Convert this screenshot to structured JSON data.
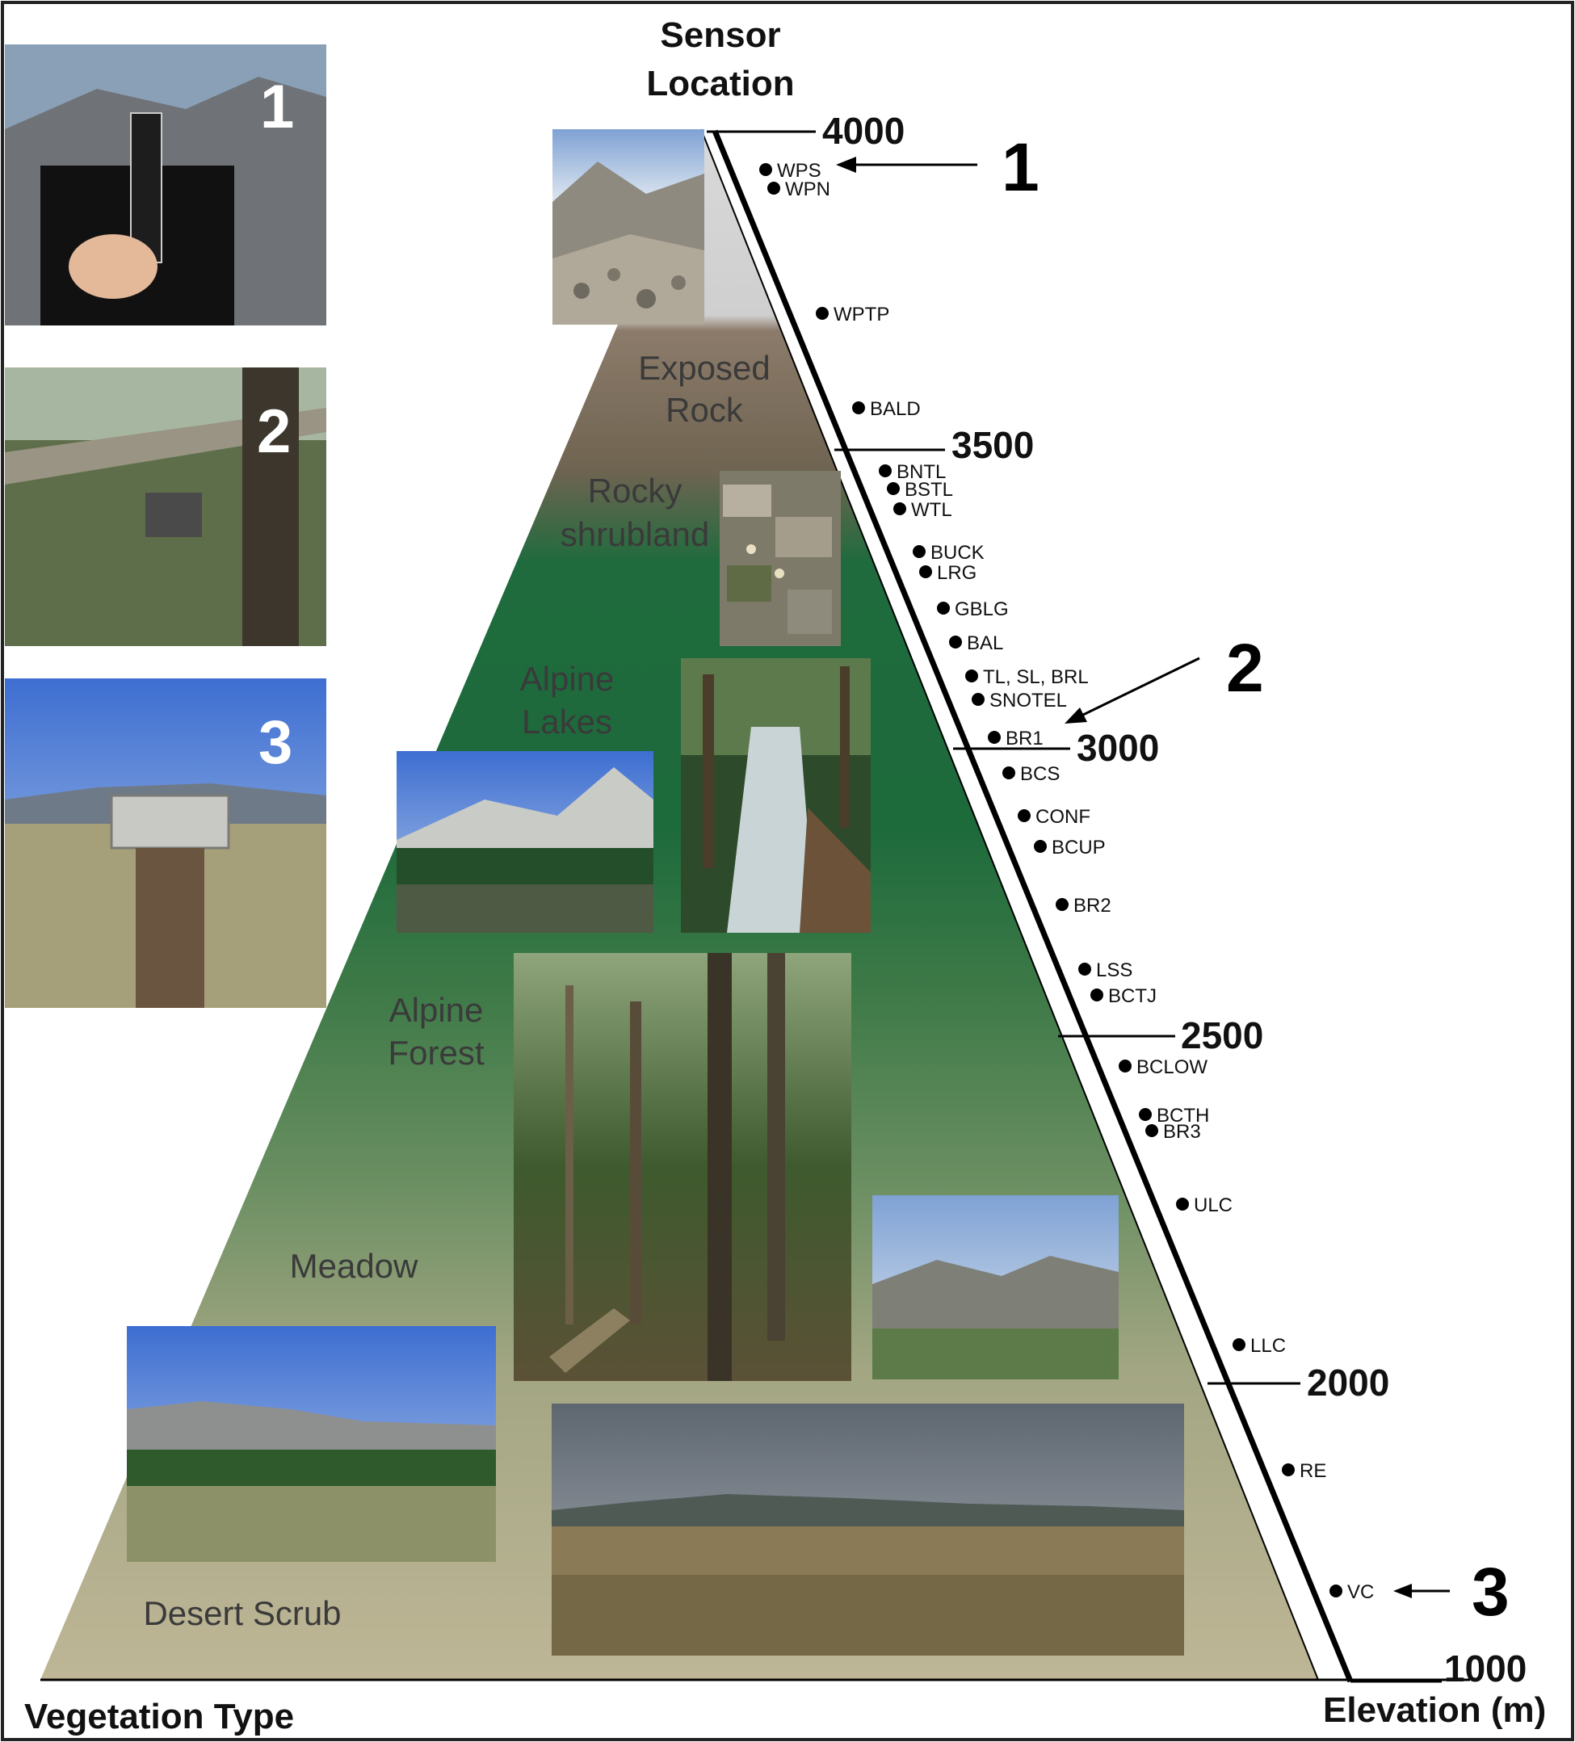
{
  "header": {
    "sensor_location": [
      "Sensor",
      "Location"
    ],
    "vegetation_type": "Vegetation Type",
    "elevation_axis": "Elevation (m)"
  },
  "elevation_ticks": [
    "4000",
    "3500",
    "3000",
    "2500",
    "2000",
    "1000"
  ],
  "zones": {
    "exposed_rock": [
      "Exposed",
      "Rock"
    ],
    "rocky_shrubland": [
      "Rocky",
      "shrubland"
    ],
    "alpine_lakes": [
      "Alpine",
      "Lakes"
    ],
    "alpine_forest": [
      "Alpine",
      "Forest"
    ],
    "meadow": "Meadow",
    "desert_scrub": "Desert Scrub"
  },
  "sites": [
    "WPS",
    "WPN",
    "WPTP",
    "BALD",
    "BNTL",
    "BSTL",
    "WTL",
    "BUCK",
    "LRG",
    "GBLG",
    "BAL",
    "TL, SL, BRL",
    "SNOTEL",
    "BR1",
    "BCS",
    "CONF",
    "BCUP",
    "BR2",
    "LSS",
    "BCTJ",
    "BCLOW",
    "BCTH",
    "BR3",
    "ULC",
    "LLC",
    "RE",
    "VC"
  ],
  "callouts": [
    "1",
    "2",
    "3"
  ],
  "photo_numbers": [
    "1",
    "2",
    "3"
  ],
  "colors": {
    "rock": "#d8d8d8",
    "shrub": "#7d6a58",
    "forest": "#1f6b3d",
    "meadow": "#6e9466",
    "desert": "#bcb596"
  }
}
